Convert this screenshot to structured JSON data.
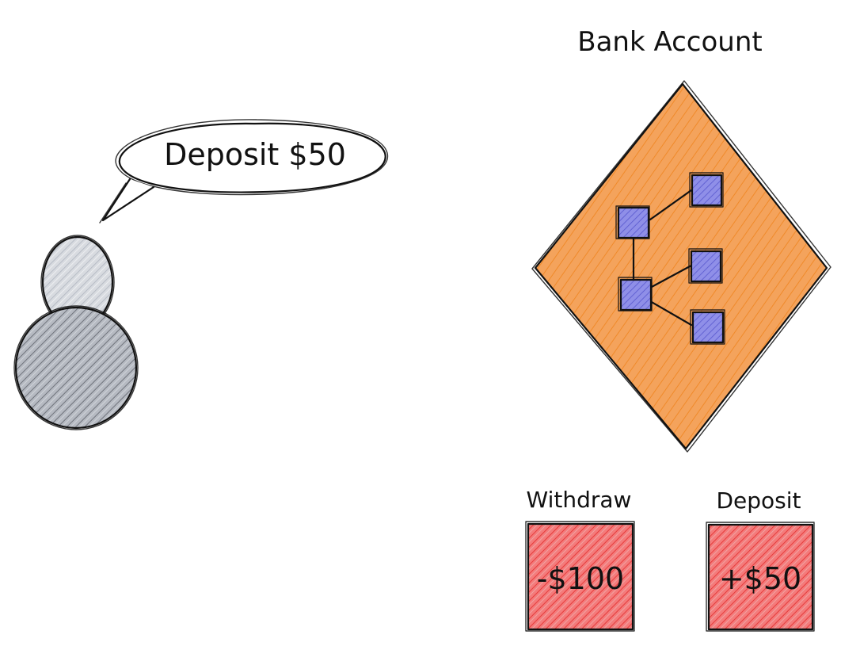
{
  "title": "Bank Account",
  "speech": {
    "text": "Deposit $50"
  },
  "actions": [
    {
      "label": "Withdraw",
      "amount": "-$100"
    },
    {
      "label": "Deposit",
      "amount": "+$50"
    }
  ],
  "colors": {
    "ink": "#111111",
    "account_fill": "#f4a35c",
    "account_hatch": "#f08a2a",
    "node_fill": "#7c7ce0",
    "action_fill": "#ef5b5b",
    "action_hatch": "#e63b3b",
    "person_head": "#c7cbd3",
    "person_body": "#8f949e"
  }
}
